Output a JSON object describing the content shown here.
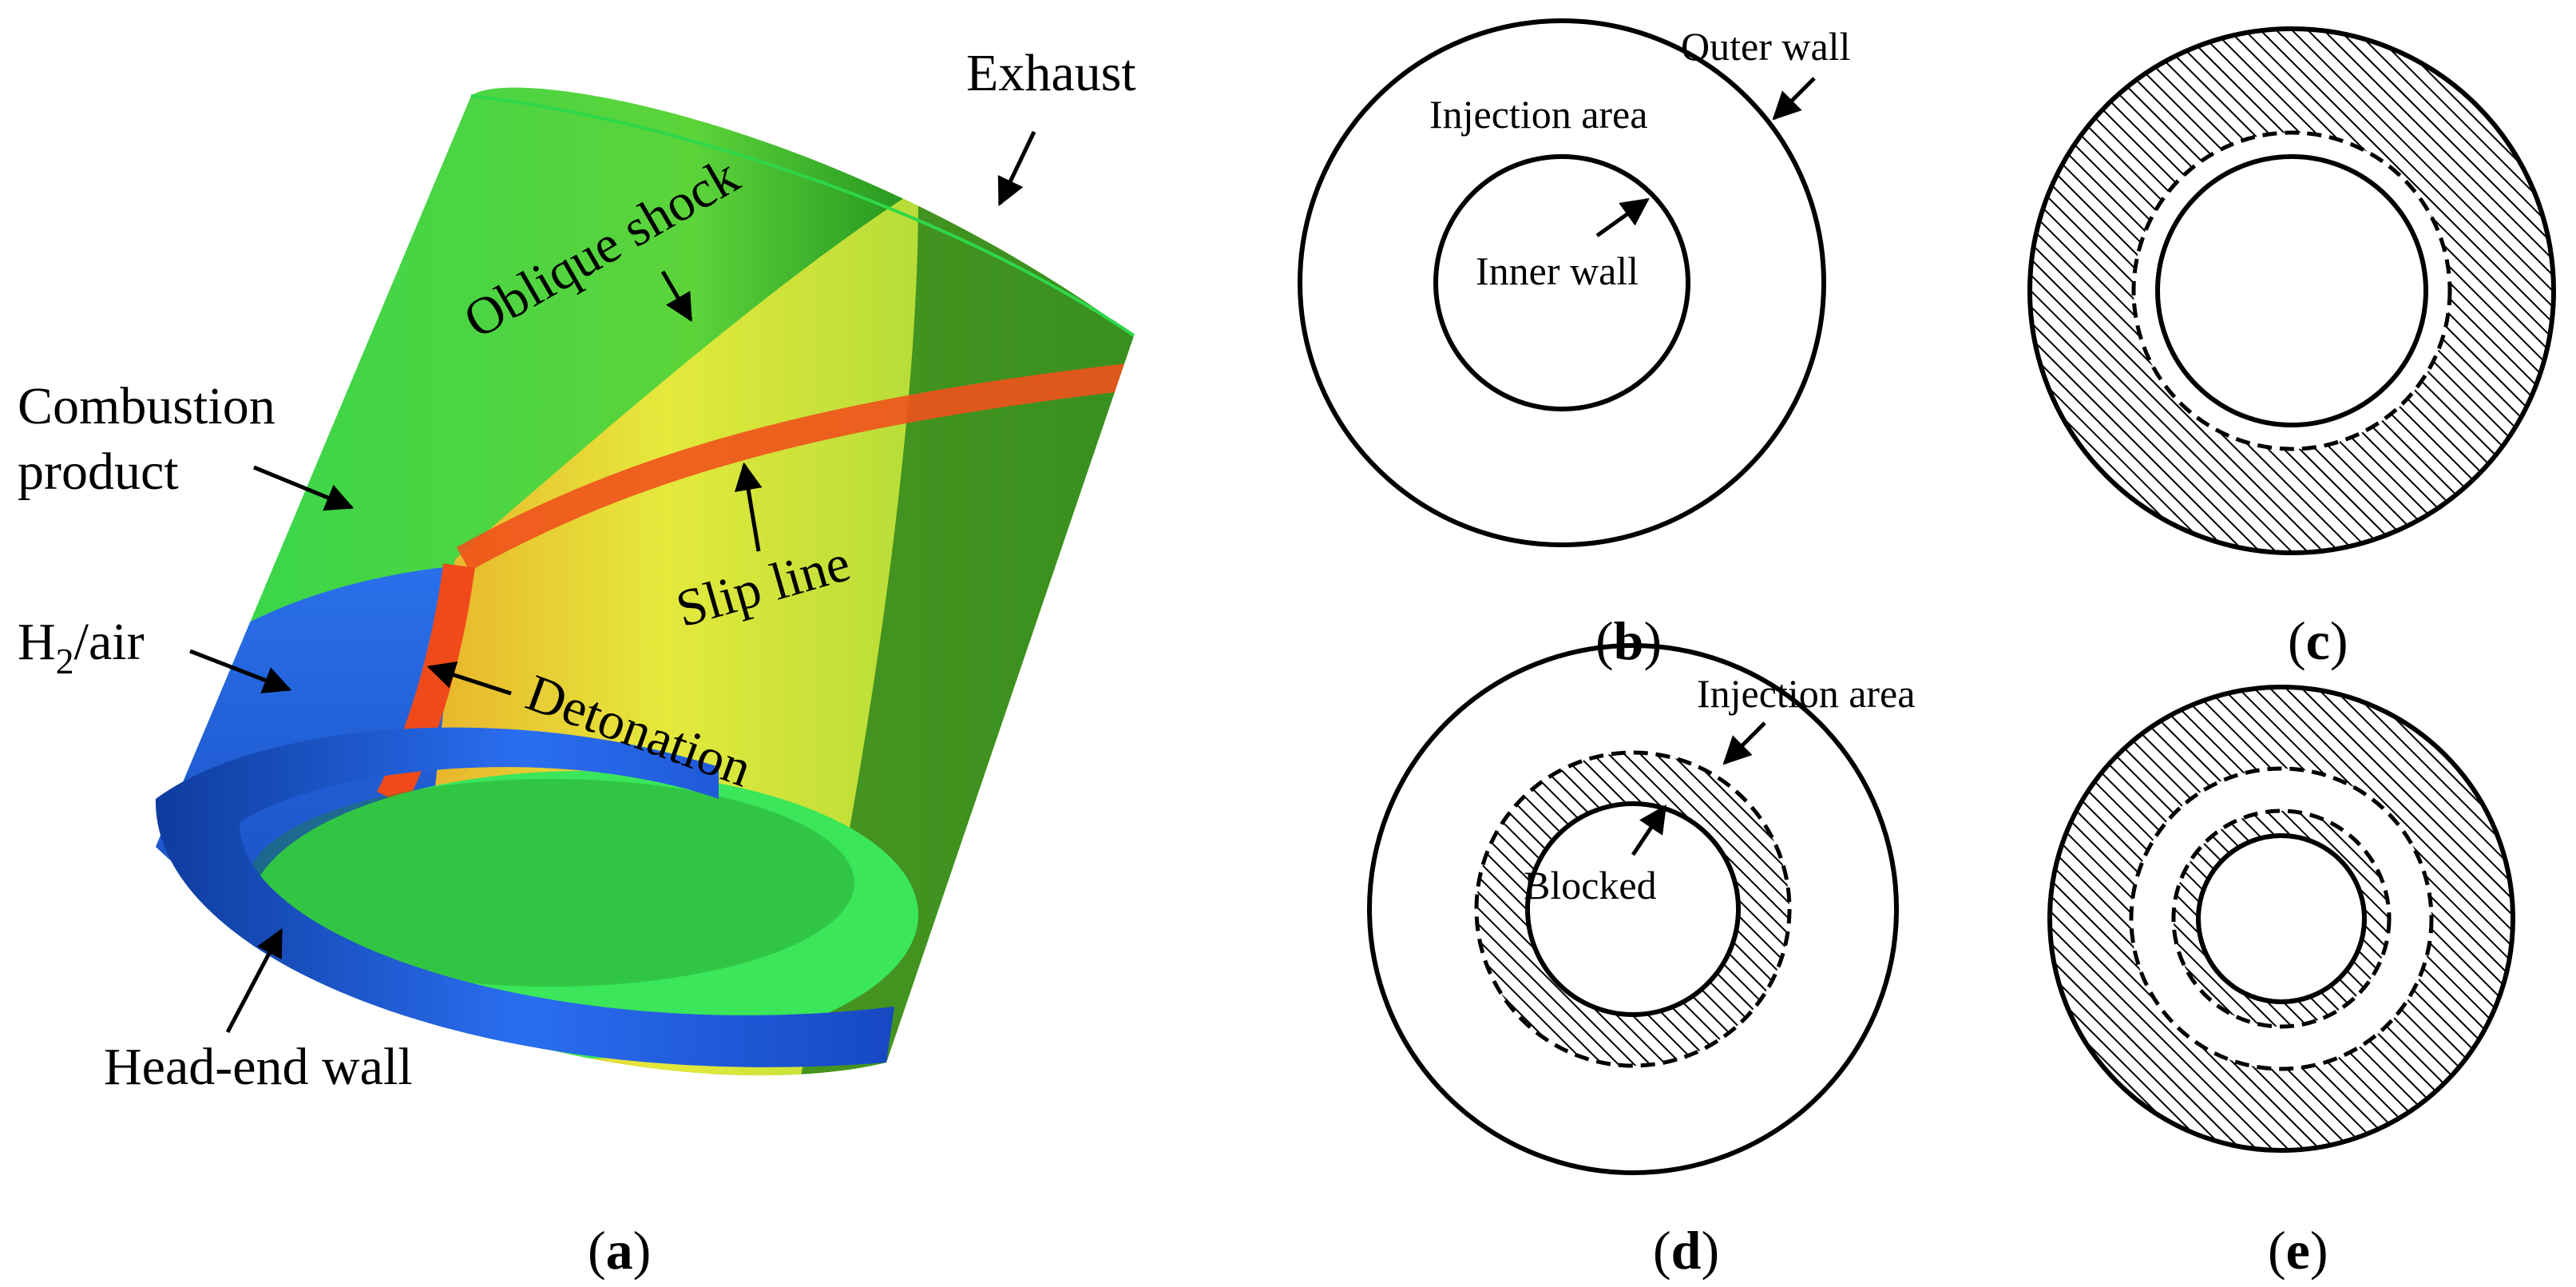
{
  "panel_a": {
    "labels": {
      "exhaust": "Exhaust",
      "oblique_shock": "Oblique shock",
      "combustion_product_line1": "Combustion",
      "combustion_product_line2": "product",
      "h2_main": "H",
      "h2_sub": "2",
      "h2_rest": "/air",
      "slip_line": "Slip line",
      "detonation": "Detonation",
      "head_end_wall": "Head-end wall"
    },
    "caption": {
      "open": "(",
      "letter": "a",
      "close": ")"
    }
  },
  "panel_b": {
    "labels": {
      "outer_wall": "Outer wall",
      "injection_area": "Injection area",
      "inner_wall": "Inner wall"
    },
    "caption": {
      "open": "(",
      "letter": "b",
      "close": ")"
    }
  },
  "panel_c": {
    "caption": {
      "open": "(",
      "letter": "c",
      "close": ")"
    }
  },
  "panel_d": {
    "labels": {
      "injection_area": "Injection area",
      "blocked": "Blocked"
    },
    "caption": {
      "open": "(",
      "letter": "d",
      "close": ")"
    }
  },
  "panel_e": {
    "caption": {
      "open": "(",
      "letter": "e",
      "close": ")"
    }
  },
  "colors": {
    "product_green": "#2fd24a",
    "fresh_blue": "#1e5ee0",
    "detonation_red": "#f04a1a",
    "yellow": "#e8ea3a",
    "dark_green": "#0e6a12"
  }
}
